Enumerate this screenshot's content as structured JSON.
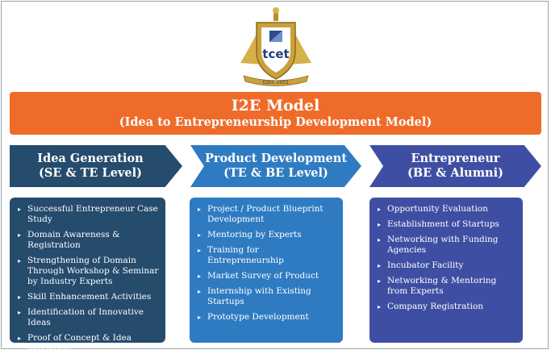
{
  "logo": {
    "text": "tcet",
    "estd": "Estd. 2001"
  },
  "banner": {
    "title": "I2E Model",
    "subtitle": "(Idea to Entrepreneurship Development Model)"
  },
  "colors": {
    "banner": "#ef6b2a",
    "stage1": "#254b6d",
    "stage2": "#2f7bc2",
    "stage3": "#3e4fa3"
  },
  "stages": [
    {
      "title": "Idea Generation",
      "level": "(SE & TE Level)",
      "items": [
        "Successful Entrepreneur Case Study",
        "Domain Awareness & Registration",
        "Strengthening of Domain Through Workshop & Seminar by Industry Experts",
        "Skill Enhancement Activities",
        "Identification of Innovative Ideas",
        "Proof of Concept & Idea Validation"
      ]
    },
    {
      "title": "Product Development",
      "level": "(TE & BE Level)",
      "items": [
        "Project / Product Blueprint Development",
        "Mentoring by Experts",
        "Training for Entrepreneurship",
        "Market Survey of Product",
        "Internship with Existing Startups",
        "Prototype Development"
      ]
    },
    {
      "title": "Entrepreneur",
      "level": "(BE & Alumni)",
      "items": [
        "Opportunity Evaluation",
        "Establishment of Startups",
        "Networking with Funding Agencies",
        "Incubator Facility",
        "Networking & Mentoring from Experts",
        "Company Registration"
      ]
    }
  ]
}
